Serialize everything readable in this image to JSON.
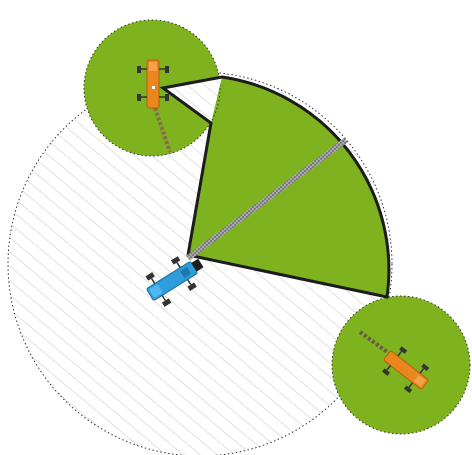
{
  "diagram": {
    "elements": [
      {
        "name": "coverage-circle-main",
        "shape": "circle",
        "fill": "hatched",
        "outline": "dotted"
      },
      {
        "name": "coverage-circle-upper-left",
        "shape": "circle",
        "fill": "green"
      },
      {
        "name": "coverage-circle-lower-right",
        "shape": "circle",
        "fill": "green"
      },
      {
        "name": "working-sector",
        "shape": "sector",
        "fill": "green"
      },
      {
        "name": "machine-blue",
        "icon": "tractor-icon",
        "color": "blue"
      },
      {
        "name": "machine-orange-upper",
        "icon": "tractor-icon",
        "color": "orange"
      },
      {
        "name": "machine-orange-lower",
        "icon": "tractor-icon",
        "color": "orange"
      }
    ]
  },
  "colors": {
    "green": "#7eb21e",
    "blue": "#2f9ddb",
    "orange": "#e9871e",
    "hatch": "#b8b8b8",
    "outline": "#222222",
    "wheel": "#333333",
    "boom": "#8a8a8a",
    "background": "#ffffff"
  }
}
